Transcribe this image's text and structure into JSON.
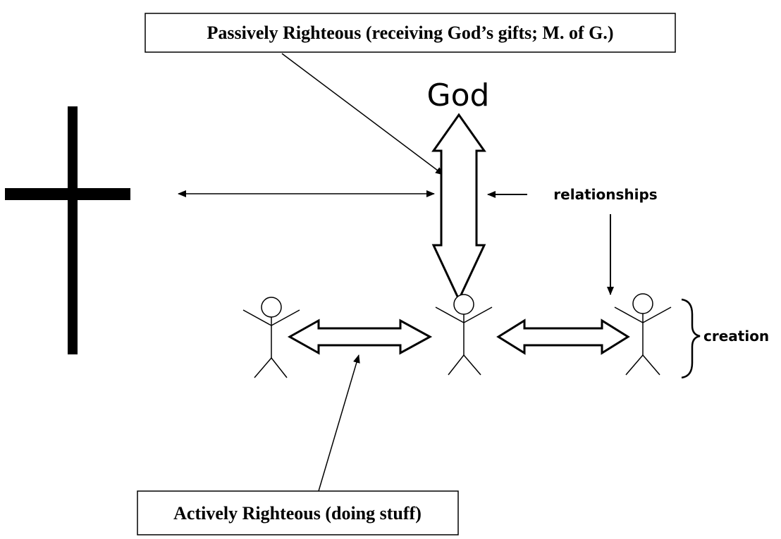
{
  "labels": {
    "passive_box": "Passively Righteous (receiving God’s gifts; M. of G.)",
    "active_box": "Actively Righteous (doing stuff)",
    "god": "God",
    "relationships": "relationships",
    "creation": "creation"
  },
  "colors": {
    "ink": "#000000",
    "background": "#ffffff"
  },
  "icons": [
    "cross-icon",
    "stick-figure-icon",
    "double-arrow-icon",
    "curly-brace-icon"
  ]
}
